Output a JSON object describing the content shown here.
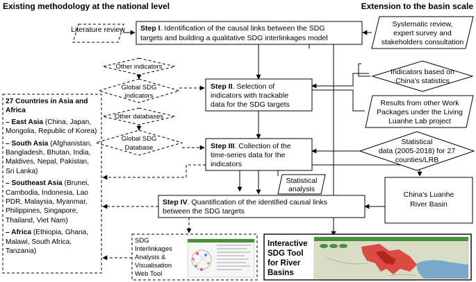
{
  "headers": {
    "left": "Existing methodology at the national level",
    "right": "Extension to the basin scale"
  },
  "inputs": {
    "literature_review": "Literature review",
    "systematic_review": [
      "Systematic review,",
      "expert survey and",
      "stakeholders consultation"
    ],
    "other_indicators": "Other indicators",
    "global_sdg_indicators": [
      "Global SDG",
      "indicators"
    ],
    "other_databases": "Other databases",
    "global_sdg_database": [
      "Global SDG",
      "Database"
    ],
    "china_statistics": [
      "Indicators based on",
      "China's statistics"
    ],
    "work_packages": [
      "Results from other Work",
      "Packages under the Living",
      "Luanhe Lab project"
    ],
    "statistical_data": [
      "Statistical",
      "data (2005-2018) for 27",
      "counties/LRB"
    ],
    "statistical_analysis": [
      "Statistical",
      "analysis"
    ]
  },
  "steps": {
    "step1": {
      "label": "Step I",
      "line1": ". Identification of the causal links between the SDG",
      "line2": "targets and building  a qualitative SDG interlinkages model"
    },
    "step2": {
      "label": "Step II",
      "line1": ". Selection of",
      "line2": "indicators with trackable",
      "line3": "data for the SDG targets"
    },
    "step3": {
      "label": "Step III",
      "line1": ". Collection of the",
      "line2": "time-series data for the",
      "line3": "indicators"
    },
    "step4": {
      "label": "Step IV",
      "line1": ". Quantification of the identified causal links",
      "line2": "between the SDG targets"
    }
  },
  "basin": [
    "China's Luanhe",
    "River Basin"
  ],
  "outputs": {
    "web_tool": [
      "SDG",
      "Interlinkages",
      "Analysis &",
      "Visualisation",
      "Web Tool"
    ],
    "river_tool": [
      "Interactive",
      "SDG Tool",
      "for River",
      "Basins"
    ]
  },
  "countries": {
    "title": "27 Countries in Asia and Africa",
    "regions": [
      {
        "name": "East Asia",
        "list": " (China, Japan, Mongolia, Republic of Korea)"
      },
      {
        "name": "South Asia",
        "list": " (Afghanistan, Bangladesh, Bhutan, India, Maldives, Nepal, Pakistan, Sri Lanka)"
      },
      {
        "name": "Southeast Asia",
        "list": " (Brunei, Cambodia, Indonesia, Lao PDR, Malaysia, Myanmar, Philippines, Singapore, Thailand, Viet Nam)"
      },
      {
        "name": "Africa",
        "list": " (Ethiopia, Ghana, Malawi, South Africa, Tanzania)"
      }
    ]
  },
  "colors": {
    "map_land": "#d9ddc6",
    "map_basin": "#d9312b",
    "map_water": "#7aa8c8",
    "header_bar": "#4a8f3c"
  }
}
